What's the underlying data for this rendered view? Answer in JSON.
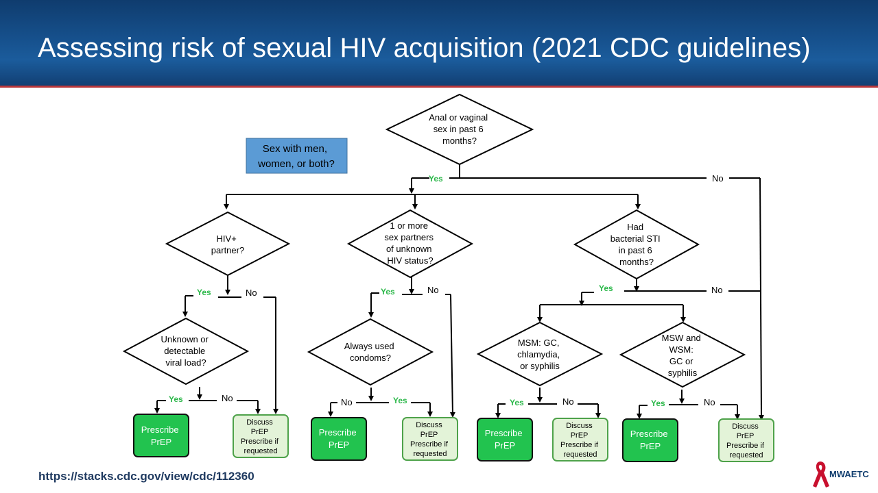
{
  "title": "Assessing risk of sexual HIV acquisition (2021 CDC guidelines)",
  "top_question": [
    "Anal or vaginal",
    "sex in past 6",
    "months?"
  ],
  "note_box": [
    "Sex with men,",
    "women, or both?"
  ],
  "labels": {
    "yes": "Yes",
    "no": "No"
  },
  "branch_questions": {
    "hiv_partner": [
      "HIV+",
      "partner?"
    ],
    "unknown_status": [
      "1 or more",
      "sex partners",
      "of unknown",
      "HIV status?"
    ],
    "bacterial_sti": [
      "Had",
      "bacterial STI",
      "in past 6",
      "months?"
    ]
  },
  "sub_questions": {
    "viral_load": [
      "Unknown or",
      "detectable",
      "viral load?"
    ],
    "condoms": [
      "Always used",
      "condoms?"
    ],
    "msm": [
      "MSM: GC,",
      "chlamydia,",
      "or syphilis"
    ],
    "msw_wsm": [
      "MSW and",
      "WSM:",
      "GC or",
      "syphilis"
    ]
  },
  "outcomes": {
    "prescribe": [
      "Prescribe",
      "PrEP"
    ],
    "discuss": [
      "Discuss",
      "PrEP",
      "Prescribe if",
      "requested"
    ]
  },
  "footer_url": "https://stacks.cdc.gov/view/cdc/112360",
  "logo_text": "MWAETC",
  "colors": {
    "header": "#16508c",
    "yes_green": "#2db84b",
    "prescribe_fill": "#22c34f",
    "discuss_fill": "#e3f3d8",
    "discuss_border": "#4ea24a",
    "note_fill": "#5b9bd5",
    "ribbon_red": "#c8102e"
  }
}
